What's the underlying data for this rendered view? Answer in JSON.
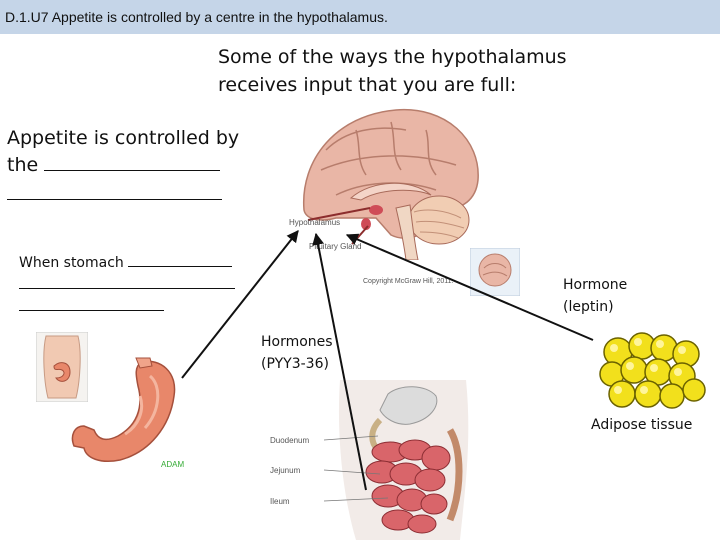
{
  "header": {
    "title": "D.1.U7 Appetite is controlled by a centre in the hypothalamus."
  },
  "subtitle": {
    "line1": "Some of the ways the hypothalamus",
    "line2": "receives input that you are full:"
  },
  "appetite": {
    "line1": "Appetite is controlled by",
    "line2_prefix": "the "
  },
  "stomach": {
    "prefix": "When stomach "
  },
  "labels": {
    "hormone_line1": "Hormone",
    "hormone_line2": "(leptin)",
    "hormones_line1": "Hormones",
    "hormones_line2": "(PYY3-36)",
    "adipose": "Adipose tissue"
  },
  "brain_image": {
    "hypothalamus": "Hypothalamus",
    "pituitary": "Pituitary Gland",
    "copyright": "Copyright McGraw Hill, 2011."
  },
  "intestine_image": {
    "duodenum": "Duodenum",
    "jejunum": "Jejunum",
    "ileum": "Ileum"
  },
  "stomach_image": {
    "logo": "ADAM"
  },
  "colors": {
    "header": "#c5d5e8",
    "stomach": "#e8876a",
    "fat": "#f2e01c",
    "brain": "#e9b6a6",
    "intestine": "#d9656a"
  }
}
